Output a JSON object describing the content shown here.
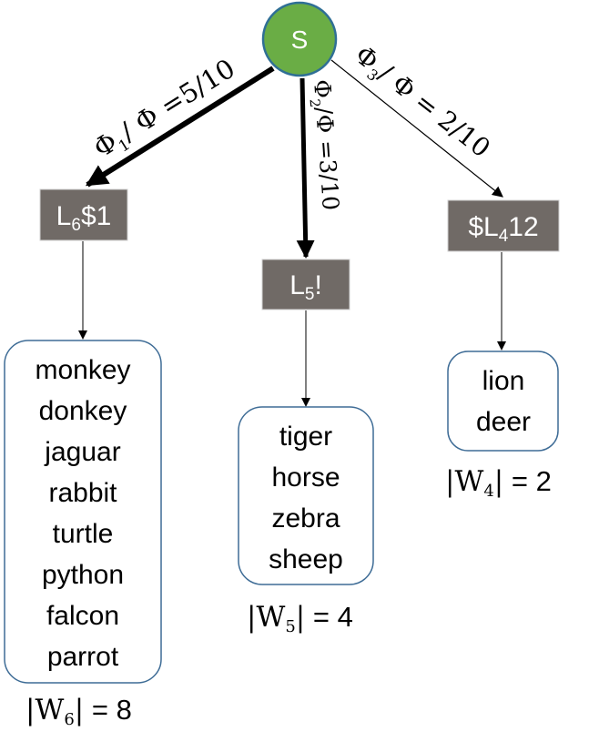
{
  "root": {
    "label": "S",
    "fill": "#6aad45",
    "stroke": "#2f6f95"
  },
  "edges": [
    {
      "phi_symbol": "Φ",
      "phi_subscript": "1",
      "ratio_text": "/ Φ =5/10",
      "weight": "heavy"
    },
    {
      "phi_symbol": "Φ",
      "phi_subscript": "2",
      "ratio_text": "/Φ =3/10",
      "weight": "heavy"
    },
    {
      "phi_symbol": "Φ",
      "phi_subscript": "3",
      "ratio_text": "/ Φ = 2/10",
      "weight": "thin"
    }
  ],
  "states": [
    {
      "prefix": "L",
      "sub": "6",
      "suffix": "$1",
      "fill": "#706a66"
    },
    {
      "prefix": "L",
      "sub": "5",
      "suffix": "!",
      "fill": "#706a66"
    },
    {
      "prefix": "$L",
      "sub": "4",
      "suffix": "12",
      "fill": "#706a66"
    }
  ],
  "groups": [
    {
      "words": [
        "monkey",
        "donkey",
        "jaguar",
        "rabbit",
        "turtle",
        "python",
        "falcon",
        "parrot"
      ],
      "count_symbol": "W",
      "count_sub": "6",
      "count_value": "8"
    },
    {
      "words": [
        "tiger",
        "horse",
        "zebra",
        "sheep"
      ],
      "count_symbol": "W",
      "count_sub": "5",
      "count_value": "4"
    },
    {
      "words": [
        "lion",
        "deer"
      ],
      "count_symbol": "W",
      "count_sub": "4",
      "count_value": "2"
    }
  ],
  "colors": {
    "box_stroke": "#3e6c96",
    "box_text": "#000000",
    "state_text": "#ffffff",
    "arrow": "#000000"
  }
}
